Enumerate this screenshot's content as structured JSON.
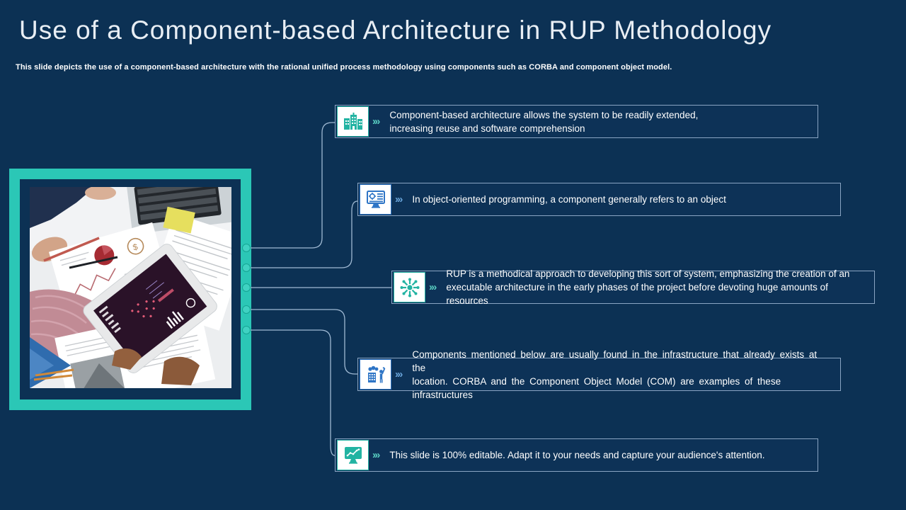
{
  "slide": {
    "title": "Use of a Component-based Architecture in RUP Methodology",
    "subtitle": "This slide depicts the use of a component-based architecture with the rational unified process methodology using components such as CORBA and component object model."
  },
  "colors": {
    "background": "#0c3154",
    "teal_accent": "#2bc7b6",
    "blue_accent": "#2e75c6",
    "box_border": "#8aa5c3",
    "connector": "#9fb9d3",
    "text": "#ffffff"
  },
  "photo": {
    "label": "team-desk-tablet-photo"
  },
  "callouts": [
    {
      "icon": "buildings-icon",
      "accent": "teal",
      "chevron": "›»",
      "text": "Component-based architecture allows the system to be readily extended,\nincreasing reuse and software comprehension"
    },
    {
      "icon": "monitor-gear-icon",
      "accent": "blue",
      "chevron": "›»",
      "text": "In object-oriented programming, a component generally refers to an object"
    },
    {
      "icon": "hub-icon",
      "accent": "teal",
      "chevron": "›»",
      "text": "RUP is a methodical approach to developing  this sort of system, emphasizing the creation of an\nexecutable architecture in the early phases of the project before devoting huge amounts of resources"
    },
    {
      "icon": "construction-icon",
      "accent": "blue",
      "chevron": "›»",
      "text": "Components mentioned below are usually found in the infrastructure that already exists at the\nlocation. CORBA and the Component Object Model (COM) are examples of these infrastructures"
    },
    {
      "icon": "monitor-chart-icon",
      "accent": "teal",
      "chevron": "›»",
      "text": "This slide is 100% editable.  Adapt it to your needs and capture your audience's attention."
    }
  ]
}
